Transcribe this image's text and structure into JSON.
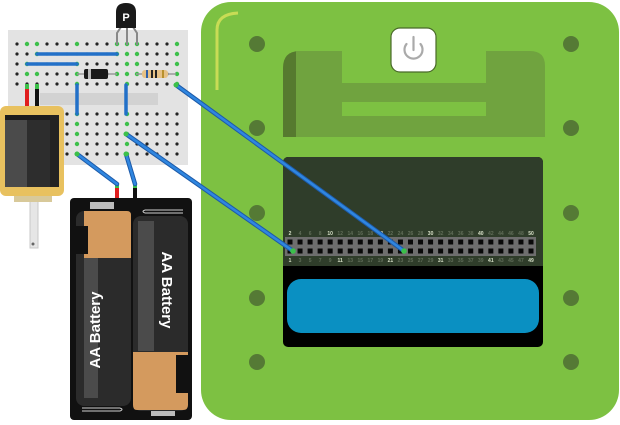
{
  "title": "Solenoid driver circuit wired to a micro:bit-style board",
  "components": {
    "transistor": {
      "label": "P",
      "type": "transistor"
    },
    "batteries": [
      {
        "label": "AA Battery"
      },
      {
        "label": "AA Battery"
      }
    ],
    "solenoid": {
      "type": "solenoid"
    },
    "diode": {
      "type": "diode"
    },
    "resistor": {
      "type": "resistor"
    },
    "board": {
      "power_button": "power-icon"
    }
  },
  "pin_header": {
    "columns": 25,
    "top_labels": [
      {
        "col": 0,
        "text": "2"
      },
      {
        "col": 4,
        "text": "10"
      },
      {
        "col": 9,
        "text": "20"
      },
      {
        "col": 14,
        "text": "30"
      },
      {
        "col": 19,
        "text": "40"
      },
      {
        "col": 24,
        "text": "50"
      }
    ],
    "bottom_labels": [
      {
        "col": 0,
        "text": "1"
      },
      {
        "col": 5,
        "text": "11"
      },
      {
        "col": 10,
        "text": "21"
      },
      {
        "col": 15,
        "text": "31"
      },
      {
        "col": 20,
        "text": "41"
      },
      {
        "col": 24,
        "text": "49"
      }
    ],
    "connected_pins": [
      1,
      21
    ]
  },
  "colors": {
    "board_green": "#7dc142",
    "board_dark": "#5a7a33",
    "screen": "#2f3d2a",
    "display_blue": "#0a90c2",
    "wire_blue": "#2270c8",
    "hole_active": "#3cc04a",
    "breadboard": "#e3e3e3",
    "solenoid_frame": "#e8c15f"
  }
}
